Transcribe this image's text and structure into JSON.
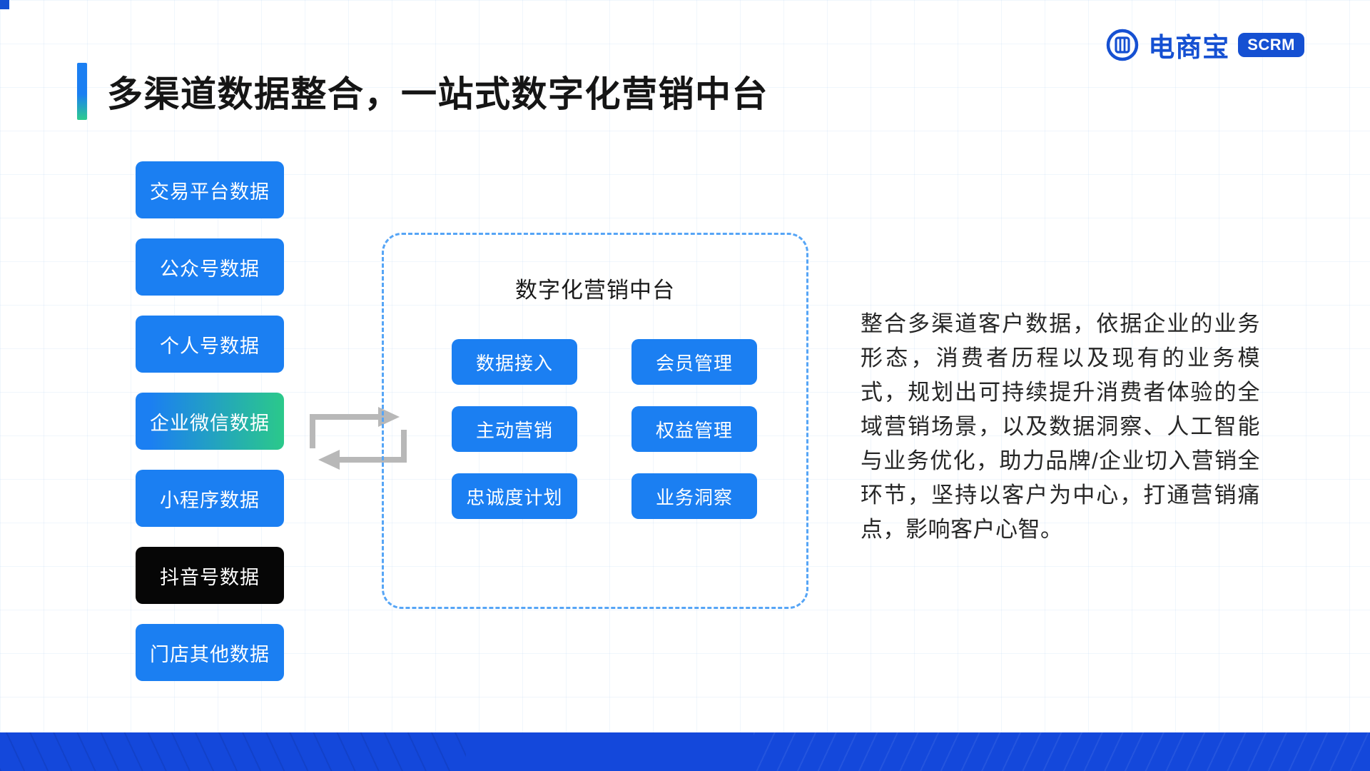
{
  "brand": {
    "name": "电商宝",
    "badge": "SCRM"
  },
  "title": "多渠道数据整合，一站式数字化营销中台",
  "sources": [
    {
      "label": "交易平台数据",
      "style": "blue"
    },
    {
      "label": "公众号数据",
      "style": "blue"
    },
    {
      "label": "个人号数据",
      "style": "blue"
    },
    {
      "label": "企业微信数据",
      "style": "gradient"
    },
    {
      "label": "小程序数据",
      "style": "blue"
    },
    {
      "label": "抖音号数据",
      "style": "black"
    },
    {
      "label": "门店其他数据",
      "style": "blue"
    }
  ],
  "platform": {
    "title": "数字化营销中台",
    "modules": [
      "数据接入",
      "会员管理",
      "主动营销",
      "权益管理",
      "忠诚度计划",
      "业务洞察"
    ]
  },
  "description": "整合多渠道客户数据，依据企业的业务形态，消费者历程以及现有的业务模式，规划出可持续提升消费者体验的全域营销场景，以及数据洞察、人工智能与业务优化，助力品牌/企业切入营销全环节，坚持以客户为中心，打通营销痛点，影响客户心智。",
  "colors": {
    "button_blue": "#1B7FF2",
    "gradient_start": "#1B7FF2",
    "gradient_end": "#2BC98A",
    "black_button": "#060606",
    "dashed_border": "#56A5F6",
    "footer_blue": "#1448DB",
    "brand_blue": "#1550D2",
    "arrow_gray": "#B8B8B8"
  }
}
